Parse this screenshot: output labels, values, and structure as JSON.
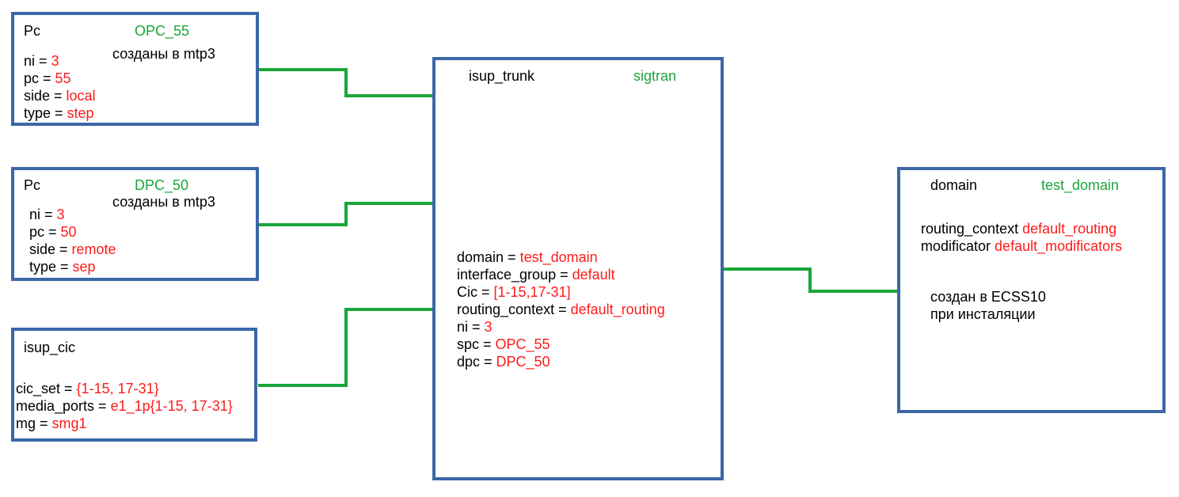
{
  "pc_opc": {
    "title": "Pc",
    "name": "OPC_55",
    "note": "созданы в mtp3",
    "fields": [
      {
        "key": "ni = ",
        "value": "3"
      },
      {
        "key": "pc = ",
        "value": "55"
      },
      {
        "key": "side = ",
        "value": "local"
      },
      {
        "key": "type = ",
        "value": "step"
      }
    ]
  },
  "pc_dpc": {
    "title": "Pc",
    "name": "DPC_50",
    "note": "созданы в mtp3",
    "fields": [
      {
        "key": "ni = ",
        "value": "3"
      },
      {
        "key": "pc = ",
        "value": "50"
      },
      {
        "key": "side = ",
        "value": "remote"
      },
      {
        "key": "type = ",
        "value": "sep"
      }
    ]
  },
  "isup_cic": {
    "title": "isup_cic",
    "fields": [
      {
        "key": "cic_set = ",
        "value": "{1-15, 17-31}"
      },
      {
        "key": "media_ports = ",
        "value": "e1_1p{1-15, 17-31}"
      },
      {
        "key": "mg = ",
        "value": "smg1"
      }
    ]
  },
  "isup_trunk": {
    "title": "isup_trunk",
    "name": "sigtran",
    "fields": [
      {
        "key": "domain = ",
        "value": "test_domain"
      },
      {
        "key": "interface_group = ",
        "value": "default"
      },
      {
        "key": "Cic = ",
        "value": "[1-15,17-31]"
      },
      {
        "key": "routing_context = ",
        "value": "default_routing"
      },
      {
        "key": "ni = ",
        "value": "3"
      },
      {
        "key": "spc = ",
        "value": "OPC_55"
      },
      {
        "key": "dpc = ",
        "value": "DPC_50"
      }
    ]
  },
  "domain": {
    "title": "domain",
    "name": "test_domain",
    "fields": [
      {
        "key": "routing_context ",
        "value": "default_routing"
      },
      {
        "key": "modificator ",
        "value": "default_modificators"
      }
    ],
    "note_line1": "создан в ECSS10",
    "note_line2": "при инсталяции"
  },
  "colors": {
    "border": "#3a67a8",
    "wire": "#1aa63a",
    "name": "#1aa63a",
    "value": "#ff1a1a"
  }
}
